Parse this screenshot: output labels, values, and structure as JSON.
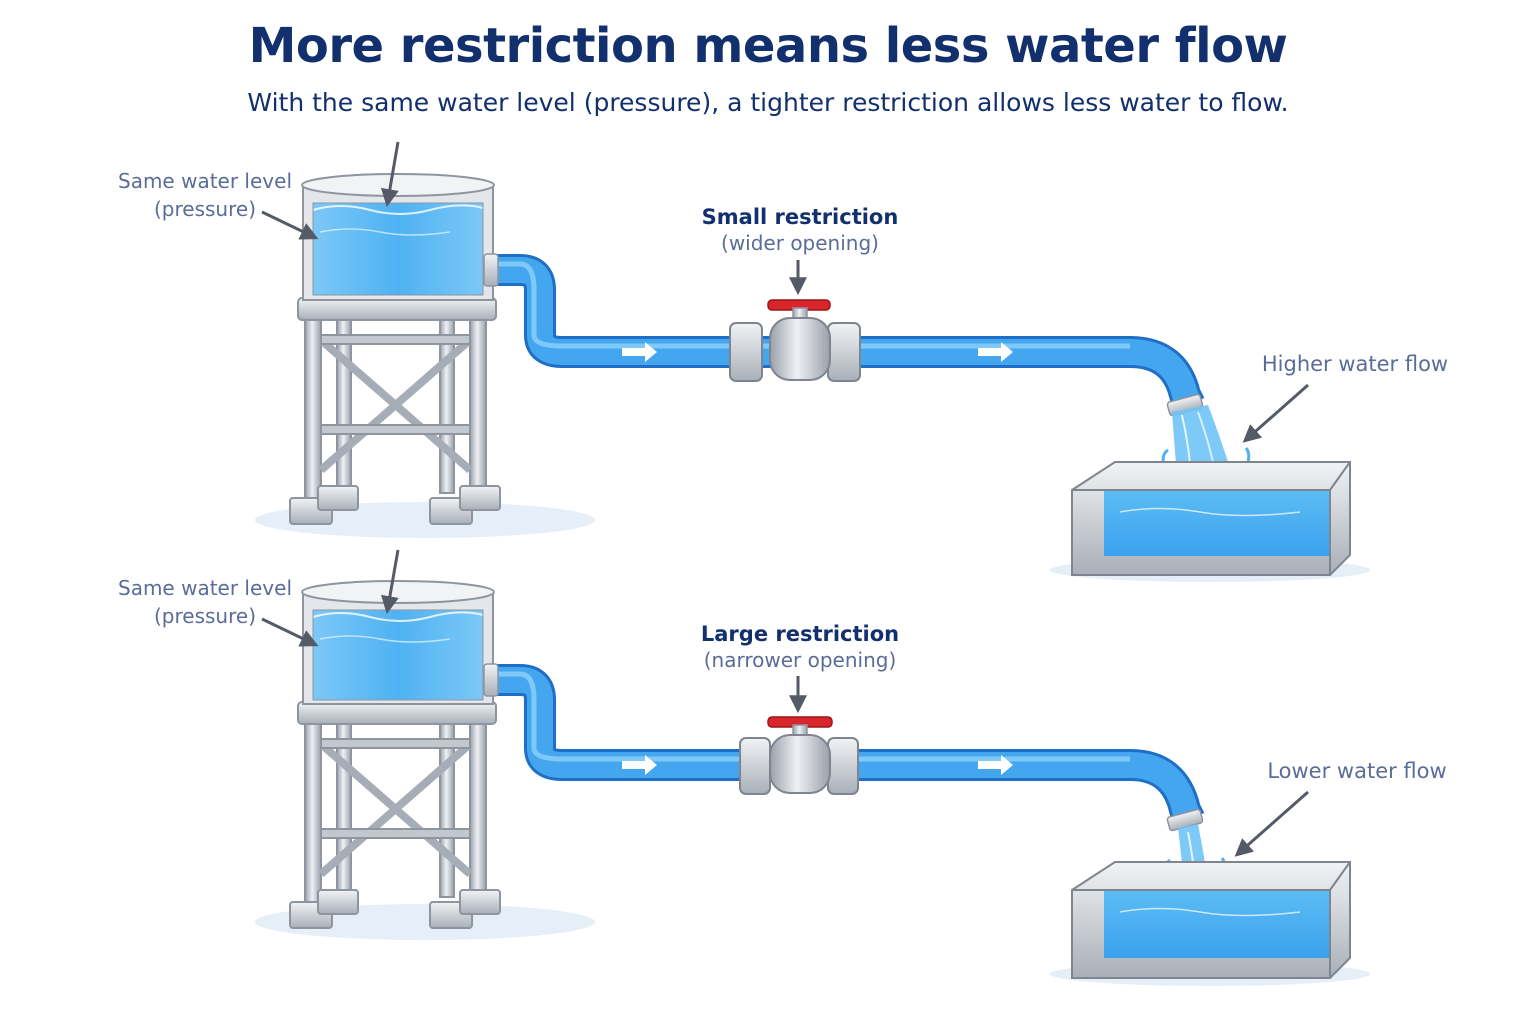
{
  "title": "More restriction means less water flow",
  "subtitle": "With the same water level (pressure), a tighter restriction allows less water to flow.",
  "colors": {
    "title": "#13306e",
    "label_dark": "#13306e",
    "label_muted": "#5a6c98",
    "water": "#4fb2f2",
    "pipe": "#2f8fe6",
    "valve_handle": "#d8262b",
    "metal": "#b9bec6"
  },
  "panels": [
    {
      "tank_label_line1": "Same water level",
      "tank_label_line2": "(pressure)",
      "valve_label_line1": "Small restriction",
      "valve_label_line2": "(wider opening)",
      "flow_label": "Higher water flow",
      "flow_strength": "high"
    },
    {
      "tank_label_line1": "Same water level",
      "tank_label_line2": "(pressure)",
      "valve_label_line1": "Large restriction",
      "valve_label_line2": "(narrower opening)",
      "flow_label": "Lower water flow",
      "flow_strength": "low"
    }
  ]
}
